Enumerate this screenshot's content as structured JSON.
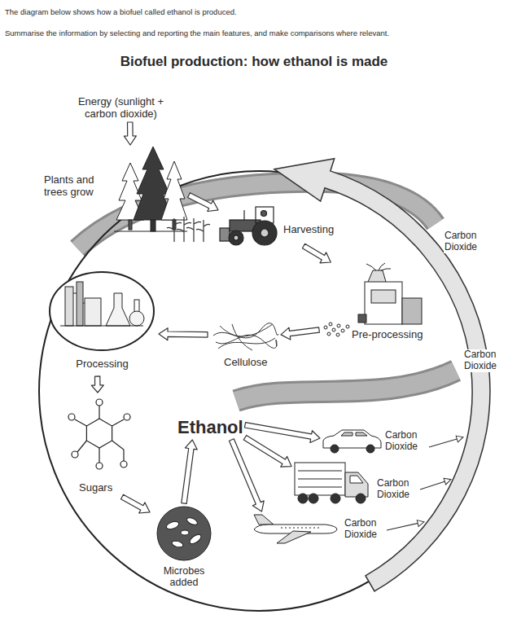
{
  "diagram": {
    "title": "Biofuel production: how ethanol is made",
    "nodes": [
      {
        "text": [
          "Energy (sunlight + carbon dioxide)"
        ]
      },
      {
        "text": [
          "Plants and trees grow"
        ]
      },
      {
        "text": [
          "Harvesting"
        ]
      },
      {
        "text": [
          "Pre-processing"
        ]
      },
      {
        "text": [
          "Cellulose"
        ]
      },
      {
        "text": [
          "Processing"
        ]
      },
      {
        "text": [
          "Sugars"
        ]
      },
      {
        "text": [
          "Microbes added"
        ]
      },
      {
        "text": [
          "Ethanol"
        ]
      },
      {
        "text": [
          "Carbon Dioxide"
        ]
      },
      {
        "text": [
          "Carbon Dioxide"
        ]
      },
      {
        "text": [
          "Carbon Dioxide"
        ]
      }
    ],
    "edges": [
      {
        "from": 0,
        "to": 1,
        "arrow": "to"
      },
      {
        "from": 1,
        "to": 2,
        "arrow": "to"
      },
      {
        "from": 2,
        "to": 3,
        "arrow": "to"
      },
      {
        "from": 3,
        "to": 4,
        "arrow": "to"
      },
      {
        "from": 4,
        "to": 5,
        "arrow": "to"
      },
      {
        "from": 5,
        "to": 6,
        "arrow": "to"
      },
      {
        "from": 6,
        "to": 7,
        "arrow": "to"
      },
      {
        "from": 7,
        "to": 8,
        "arrow": "to"
      },
      {
        "from": 8,
        "to": 9,
        "arrow": "to"
      },
      {
        "from": 8,
        "to": 10,
        "arrow": "to"
      },
      {
        "from": 8,
        "to": 11,
        "arrow": "to"
      }
    ],
    "labels": [
      "The diagram below shows how a biofuel called ethanol is produced.",
      "Summarise the information by selecting and reporting the main features, and make comparisons where relevant.",
      "Carbon Dioxide",
      "Carbon Dioxide"
    ]
  }
}
